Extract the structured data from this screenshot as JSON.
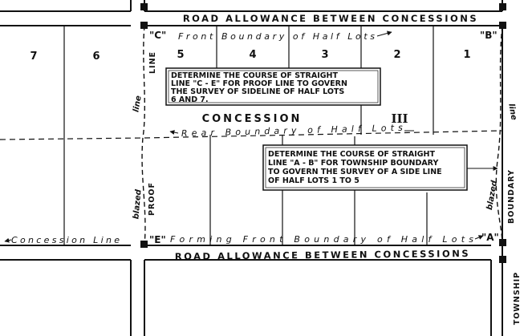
{
  "roads": {
    "top": "ROAD ALLOWANCE BETWEEN CONCESSIONS",
    "bottom": "ROAD ALLOWANCE BETWEEN CONCESSIONS"
  },
  "lots": [
    "7",
    "6",
    "5",
    "4",
    "3",
    "2",
    "1"
  ],
  "concession": {
    "name": "CONCESSION",
    "number": "III"
  },
  "corners": {
    "c": "\"C\"",
    "b": "\"B\"",
    "e": "\"E\"",
    "a": "\"A\""
  },
  "boundaries": {
    "front_top": "Front Boundary of Half Lots",
    "rear": "Rear Boundary of Half Lots",
    "forming_front": "Forming Front Boundary of Half Lots",
    "concession_line": "Concession Line"
  },
  "vertical_labels": {
    "line": "LINE",
    "proof": "PROOF",
    "township": "TOWNSHIP",
    "boundary": "BOUNDARY",
    "line_italic_left": "line",
    "line_italic_right": "line",
    "blazed_left": "blazed",
    "blazed_right": "blazed"
  },
  "notes": {
    "proof_line": [
      "DETERMINE THE COURSE OF STRAIGHT",
      "LINE \"C - E\" FOR PROOF LINE TO GOVERN",
      "THE SURVEY OF SIDELINE OF HALF LOTS",
      "6 AND 7."
    ],
    "township_boundary": [
      "DETERMINE THE COURSE OF STRAIGHT",
      "LINE \"A - B\" FOR TOWNSHIP BOUNDARY",
      "TO GOVERN THE SURVEY OF A SIDE LINE",
      "OF HALF LOTS 1 TO 5"
    ]
  }
}
